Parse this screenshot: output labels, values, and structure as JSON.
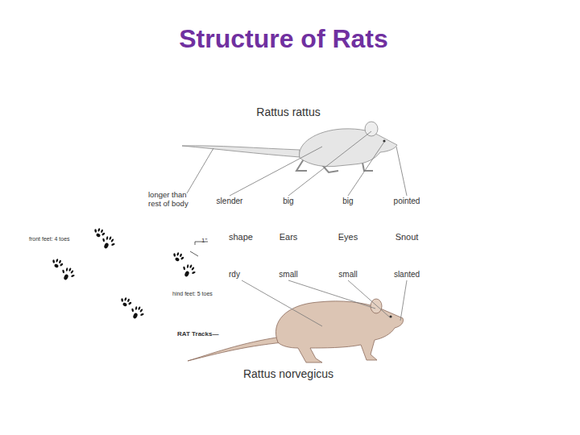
{
  "diagram": {
    "title": "Structure of Rats",
    "labels": [
      "Rattus rattus",
      "longer than rest of body",
      "slender",
      "big",
      "big",
      "pointed",
      "shape",
      "Ears",
      "Eyes",
      "Snout",
      "rdy",
      "small",
      "small",
      "slanted",
      "front feet: 4 toes",
      "1\"",
      "hind feet: 5 toes",
      "RAT Tracks—",
      "Rattus norvegicus"
    ]
  }
}
